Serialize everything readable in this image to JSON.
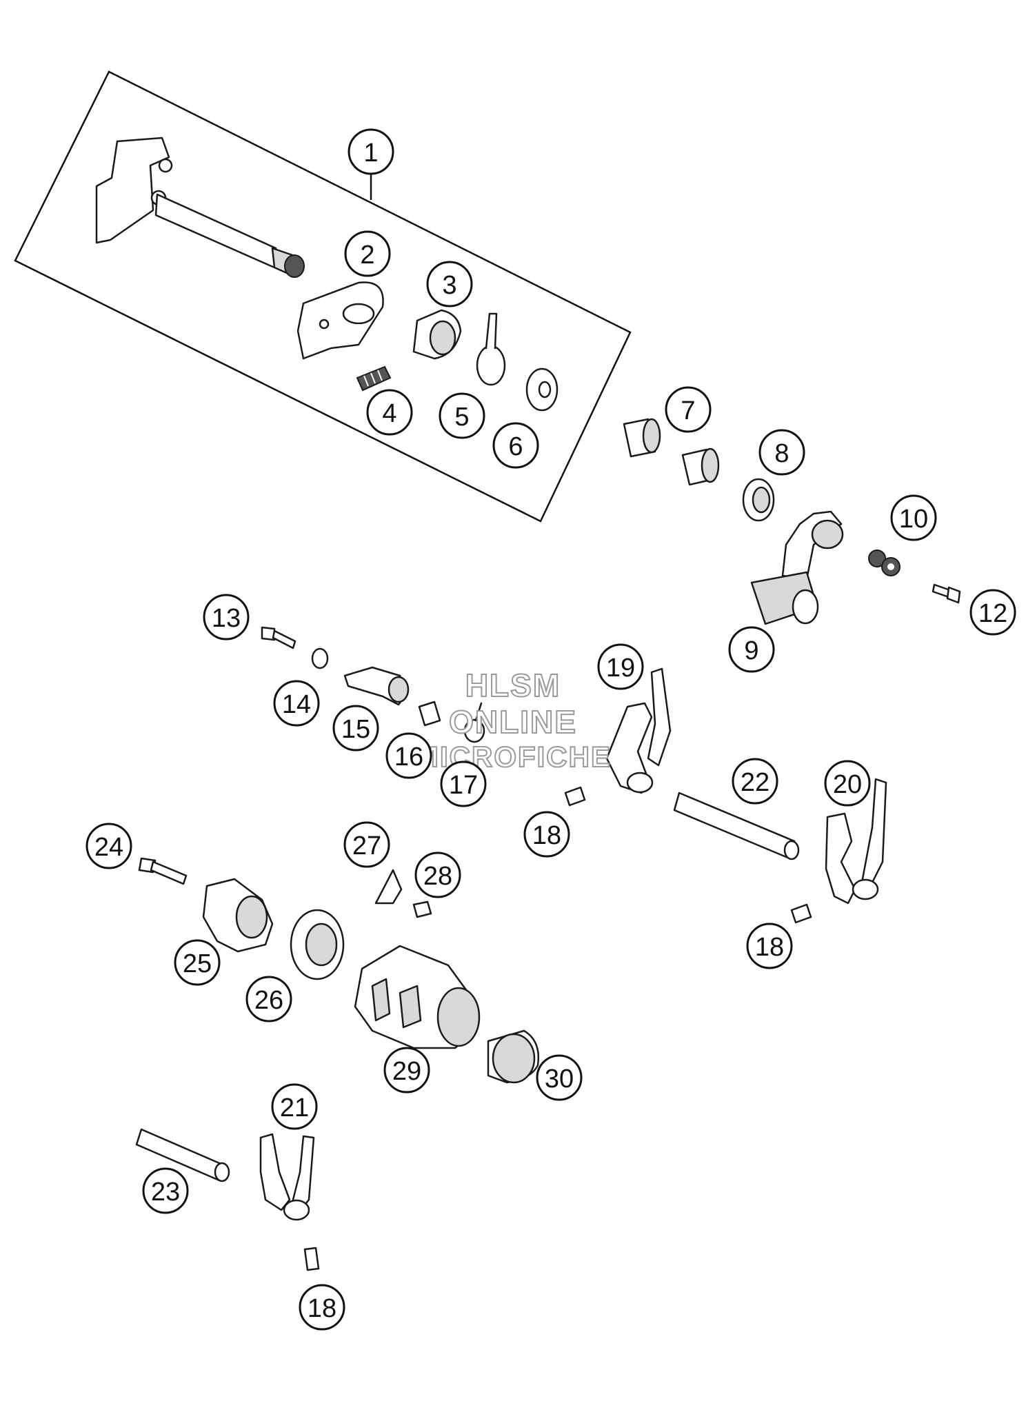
{
  "diagram": {
    "type": "exploded-parts-diagram",
    "watermark": [
      "HLSM",
      "ONLINE",
      "MICROFICHE"
    ],
    "callouts": [
      "1",
      "2",
      "3",
      "4",
      "5",
      "6",
      "7",
      "8",
      "9",
      "10",
      "12",
      "13",
      "14",
      "15",
      "16",
      "17",
      "18",
      "19",
      "20",
      "21",
      "22",
      "23",
      "24",
      "25",
      "26",
      "27",
      "28",
      "29",
      "30"
    ]
  }
}
